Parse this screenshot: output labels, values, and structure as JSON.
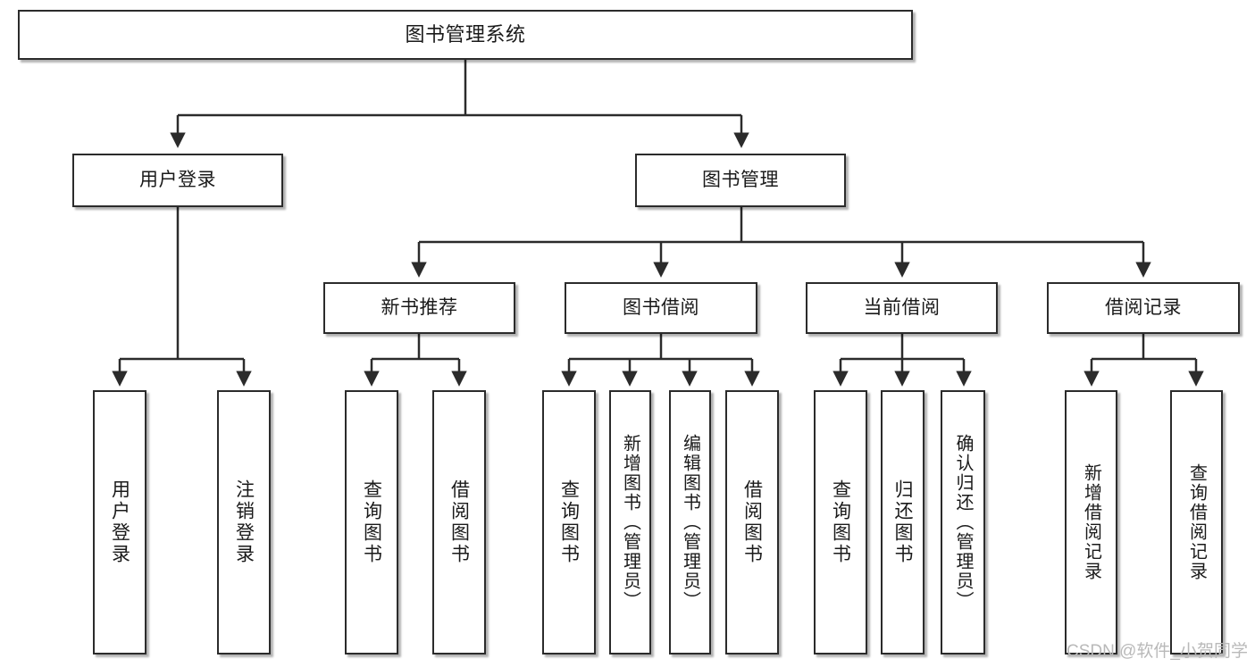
{
  "diagram": {
    "title": "图书管理系统",
    "type": "tree",
    "stroke_color": "#2b2b2b",
    "fill_color": "#ffffff",
    "text_color": "#1a1a1a",
    "watermark": "CSDN @软件_小贺同学"
  },
  "nodes": {
    "root": {
      "label": "图书管理系统"
    },
    "level2": [
      {
        "id": "user-login",
        "label": "用户登录"
      },
      {
        "id": "book-manage",
        "label": "图书管理"
      }
    ],
    "level3": [
      {
        "id": "new-book-recommend",
        "label": "新书推荐"
      },
      {
        "id": "book-borrow",
        "label": "图书借阅"
      },
      {
        "id": "current-borrow",
        "label": "当前借阅"
      },
      {
        "id": "borrow-record",
        "label": "借阅记录"
      }
    ],
    "leaves": [
      {
        "id": "leaf-user-login",
        "label": "用户登录",
        "parent": "user-login"
      },
      {
        "id": "leaf-user-logout",
        "label": "注销登录",
        "parent": "user-login"
      },
      {
        "id": "leaf-query-book-1",
        "label": "查询图书",
        "parent": "new-book-recommend"
      },
      {
        "id": "leaf-borrow-book-1",
        "label": "借阅图书",
        "parent": "new-book-recommend"
      },
      {
        "id": "leaf-query-book-2",
        "label": "查询图书",
        "parent": "book-borrow"
      },
      {
        "id": "leaf-add-book",
        "label": "新增图书（管理员）",
        "parent": "book-borrow"
      },
      {
        "id": "leaf-edit-book",
        "label": "编辑图书（管理员）",
        "parent": "book-borrow"
      },
      {
        "id": "leaf-borrow-book-2",
        "label": "借阅图书",
        "parent": "book-borrow"
      },
      {
        "id": "leaf-query-book-3",
        "label": "查询图书",
        "parent": "current-borrow"
      },
      {
        "id": "leaf-return-book",
        "label": "归还图书",
        "parent": "current-borrow"
      },
      {
        "id": "leaf-confirm-return",
        "label": "确认归还（管理员）",
        "parent": "current-borrow"
      },
      {
        "id": "leaf-add-record",
        "label": "新增借阅记录",
        "parent": "borrow-record"
      },
      {
        "id": "leaf-query-record",
        "label": "查询借阅记录",
        "parent": "borrow-record"
      }
    ]
  }
}
